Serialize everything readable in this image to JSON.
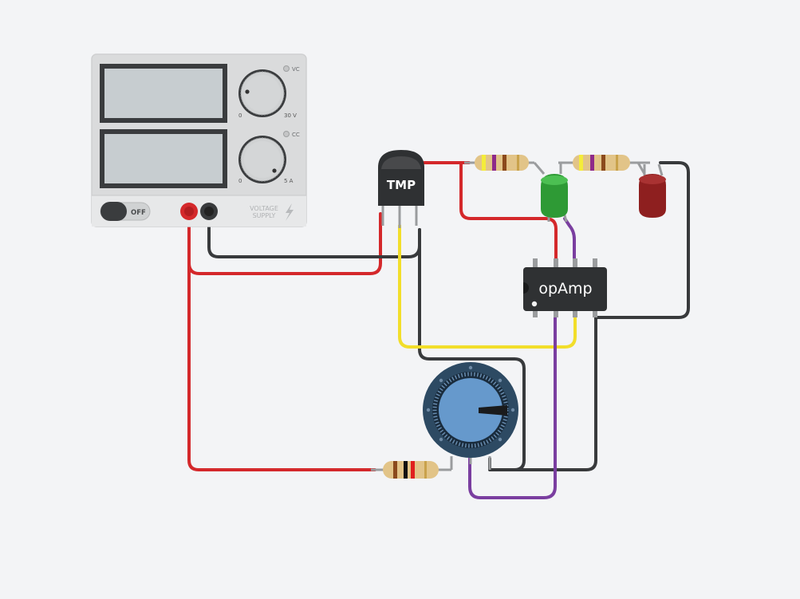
{
  "canvas": {
    "background": "#f3f4f6"
  },
  "power_supply": {
    "voltage_indicator": "VC",
    "voltage_min": "0",
    "voltage_max": "30 V",
    "current_indicator": "CC",
    "current_min": "0",
    "current_max": "5 A",
    "switch_label": "OFF",
    "brand_line1": "VOLTAGE",
    "brand_line2": "SUPPLY"
  },
  "components": {
    "temp_sensor_label": "TMP",
    "opamp_label": "opAmp"
  },
  "colors": {
    "wire_red": "#d4282b",
    "wire_black": "#383a3c",
    "wire_yellow": "#f2de2a",
    "wire_purple": "#7a3ea0",
    "led_green": "#2e9a35",
    "led_red": "#8e1f1f",
    "pot_body": "#2d4a63",
    "pot_knob": "#6699cc"
  }
}
